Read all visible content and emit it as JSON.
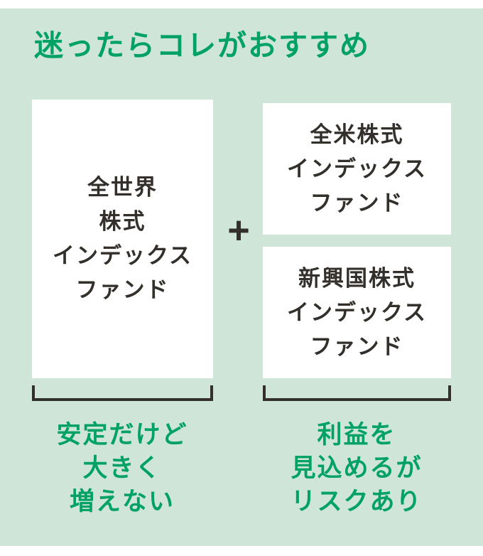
{
  "colors": {
    "background_green": "#cfe5d7",
    "accent_green": "#00a263",
    "text_dark": "#33302b",
    "box_background": "#ffffff"
  },
  "title": "迷ったらコレがおすすめ",
  "plus_sign": "+",
  "left_column": {
    "fund_box_text": "全世界\n株式\nインデックス\nファンド",
    "caption_text": "安定だけど\n大きく\n増えない"
  },
  "right_column": {
    "top_fund_box_text": "全米株式\nインデックス\nファンド",
    "bottom_fund_box_text": "新興国株式\nインデックス\nファンド",
    "caption_text": "利益を\n見込めるが\nリスクあり"
  }
}
